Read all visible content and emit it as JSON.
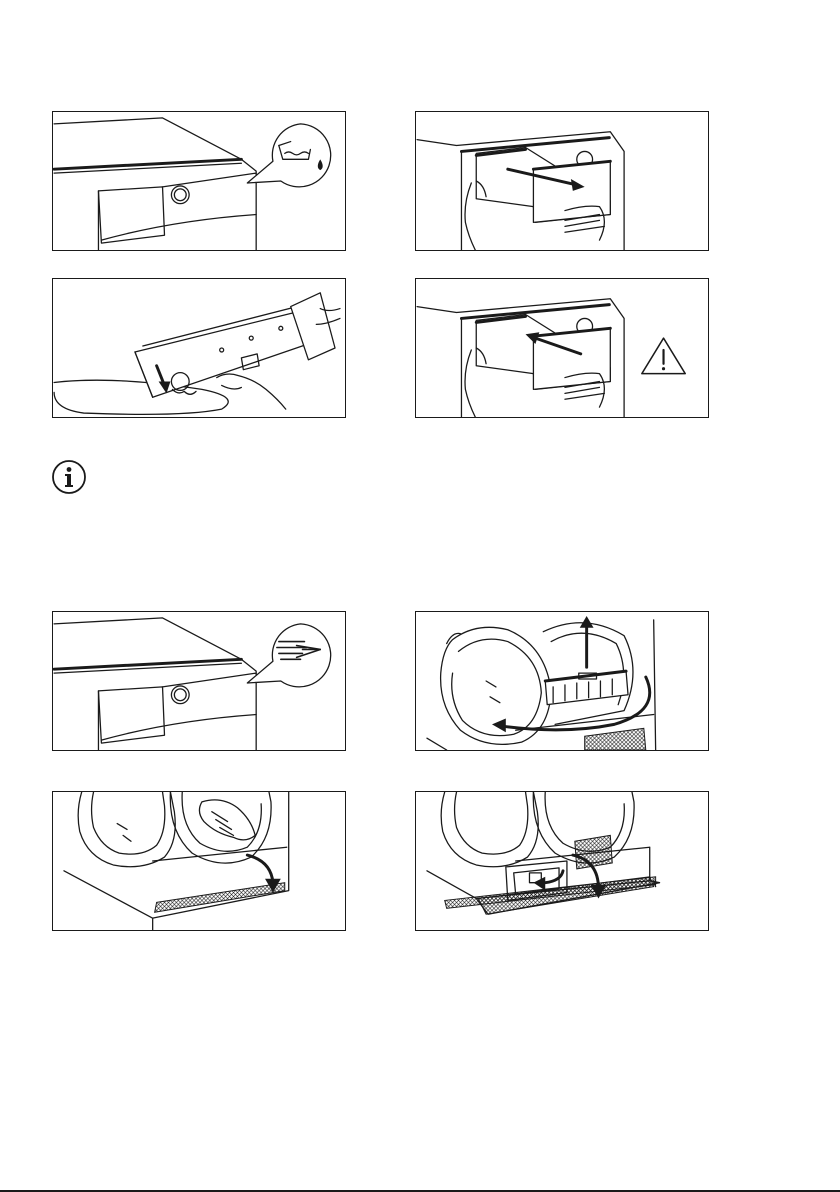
{
  "figures": [
    {
      "id": "p1",
      "icon": "water-container-icon"
    },
    {
      "id": "p2",
      "icon": "slide-out-arrow-icon"
    },
    {
      "id": "p3",
      "icon": "drain-arrow-icon"
    },
    {
      "id": "p4",
      "icon": "warning-triangle-icon"
    },
    {
      "id": "p5",
      "icon": "filter-clean-icon"
    },
    {
      "id": "p6",
      "icon": "lift-filter-arrow-icon"
    },
    {
      "id": "p7",
      "icon": "open-flap-arrow-icon"
    },
    {
      "id": "p8",
      "icon": "rotate-arrow-icon"
    }
  ],
  "note_icon": "info-icon",
  "colors": {
    "line": "#1a1a1a",
    "background": "#ffffff"
  }
}
